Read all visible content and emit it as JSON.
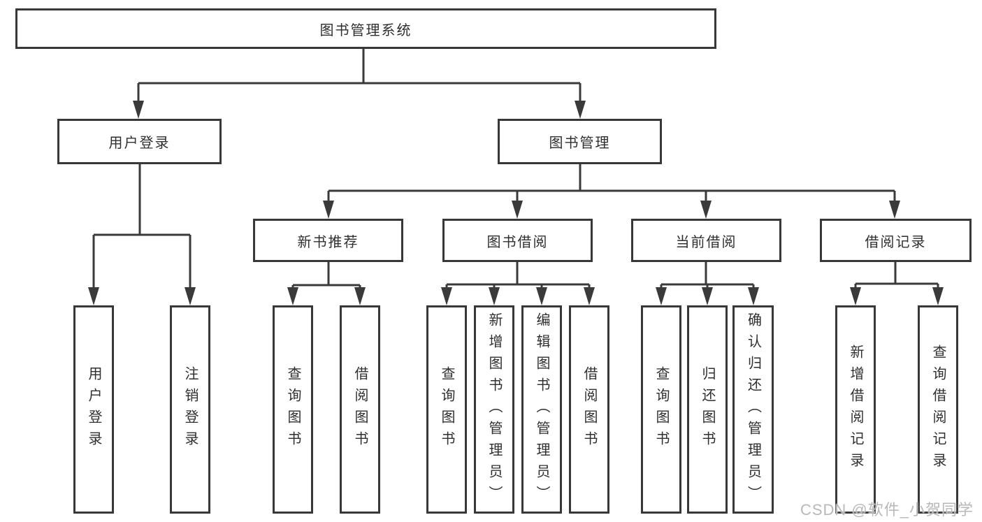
{
  "diagram": {
    "tree": {
      "label": "图书管理系统",
      "children": [
        {
          "label": "用户登录",
          "children": [
            {
              "label": "用户登录"
            },
            {
              "label": "注销登录"
            }
          ]
        },
        {
          "label": "图书管理",
          "children": [
            {
              "label": "新书推荐",
              "children": [
                {
                  "label": "查询图书"
                },
                {
                  "label": "借阅图书"
                }
              ]
            },
            {
              "label": "图书借阅",
              "children": [
                {
                  "label": "查询图书"
                },
                {
                  "label": "新增图书（管理员）"
                },
                {
                  "label": "编辑图书（管理员）"
                },
                {
                  "label": "借阅图书"
                }
              ]
            },
            {
              "label": "当前借阅",
              "children": [
                {
                  "label": "查询图书"
                },
                {
                  "label": "归还图书"
                },
                {
                  "label": "确认归还（管理员）"
                }
              ]
            },
            {
              "label": "借阅记录",
              "children": [
                {
                  "label": "新增借阅记录"
                },
                {
                  "label": "查询借阅记录"
                }
              ]
            }
          ]
        }
      ]
    },
    "watermark": "CSDN @软件_小贺同学",
    "colors": {
      "line": "#3a3a3a",
      "box_border": "#383838",
      "text": "#2f2f2f",
      "watermark": "#b8b8b8",
      "background": "#ffffff"
    }
  }
}
